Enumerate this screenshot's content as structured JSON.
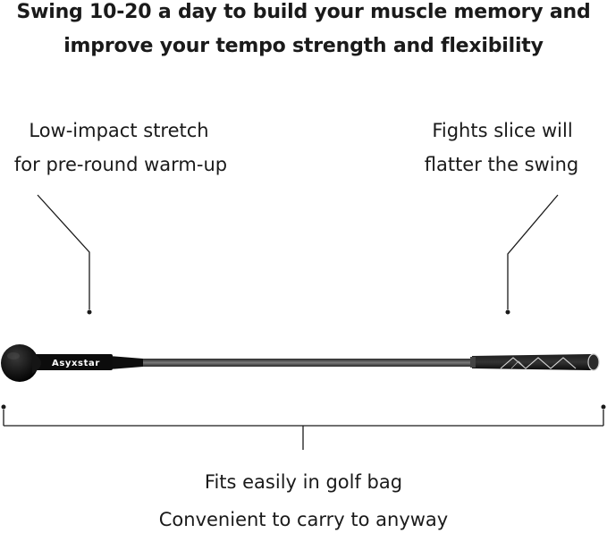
{
  "headline": {
    "line1": "Swing 10-20 a day to build your muscle memory and",
    "line2": "improve your tempo strength and flexibility"
  },
  "callouts": {
    "left": {
      "line1": "Low-impact stretch",
      "line2": "for pre-round warm-up"
    },
    "right": {
      "line1": "Fights slice will",
      "line2": "flatter the swing"
    }
  },
  "product": {
    "brand": "Asyxstar"
  },
  "footer": {
    "line1": "Fits easily in golf bag",
    "line2": "Convenient to carry to anyway"
  },
  "colors": {
    "text": "#1a1a1a",
    "club_black": "#111111",
    "shaft_gray": "#5a5a5a",
    "background": "#ffffff"
  }
}
